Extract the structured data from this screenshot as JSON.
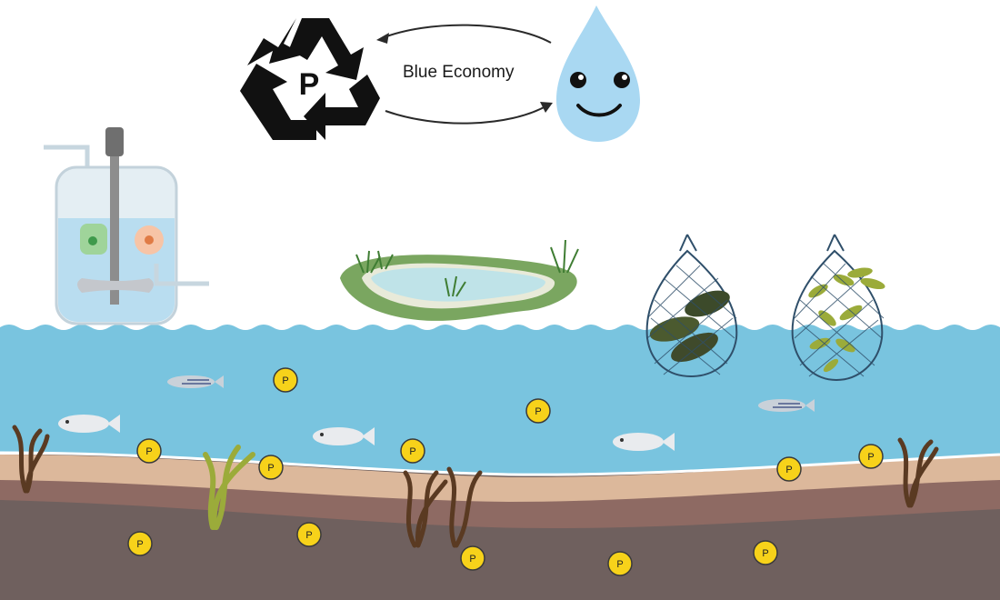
{
  "cycle": {
    "label": "Blue Economy",
    "recycle_letter": "P"
  },
  "phosphorus_coin_label": "P",
  "colors": {
    "water": "#79c4df",
    "water_deep": "#6ab5d3",
    "sand": "#dcb89b",
    "soil_mid": "#8e6a63",
    "soil_deep": "#6f605e",
    "droplet": "#a9d8f2",
    "coin": "#f7d21a",
    "pond_rim": "#7aa660",
    "pond_water": "#bfe3e8"
  }
}
